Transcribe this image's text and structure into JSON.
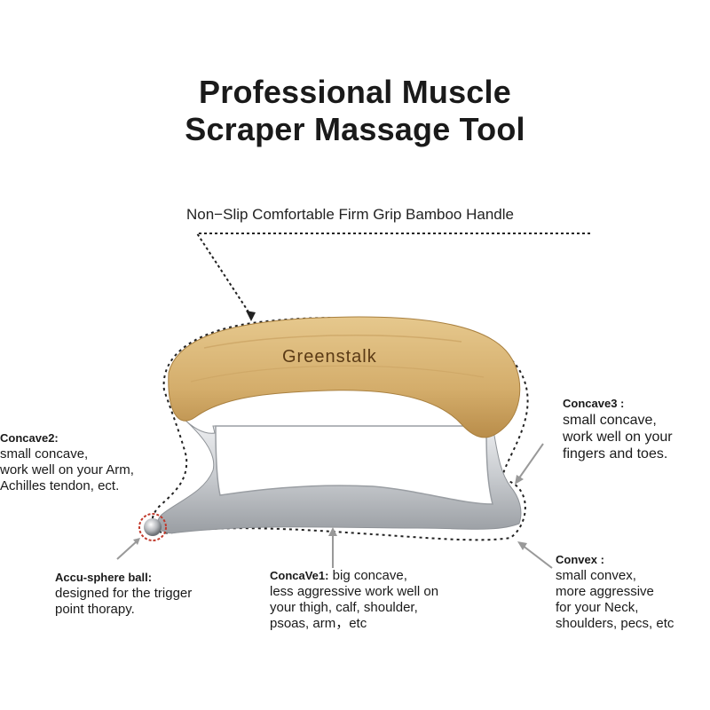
{
  "title": {
    "line1": "Professional Muscle",
    "line2": "Scraper Massage Tool"
  },
  "handle_label": "Non−Slip Comfortable Firm Grip Bamboo Handle",
  "brand": "Greenstalk",
  "annotations": {
    "concave2": {
      "heading": "Concave2:",
      "lines": [
        "small concave,",
        "work well on your Arm,",
        "Achilles tendon, ect."
      ]
    },
    "concave3": {
      "heading": "Concave3 :",
      "lines": [
        "small concave,",
        "work well on your",
        "fingers and toes."
      ]
    },
    "accu_sphere": {
      "heading": "Accu-sphere ball:",
      "lines": [
        "designed for the trigger",
        "point thorapy."
      ]
    },
    "concave1": {
      "heading": "ConcaVe1:",
      "first_line_rest": " big concave,",
      "lines": [
        "less aggressive work well on",
        "your thigh, calf, shoulder,",
        "psoas, arm，etc"
      ]
    },
    "convex": {
      "heading": "Convex :",
      "lines": [
        "small convex,",
        "more aggressive",
        "for your Neck,",
        "shoulders, pecs, etc"
      ]
    }
  },
  "colors": {
    "bamboo": "#d9b778",
    "bamboo_dark": "#b98d4a",
    "steel": "#cfd2d6",
    "steel_dark": "#8e9297",
    "ball_ring": "#c0392b"
  }
}
